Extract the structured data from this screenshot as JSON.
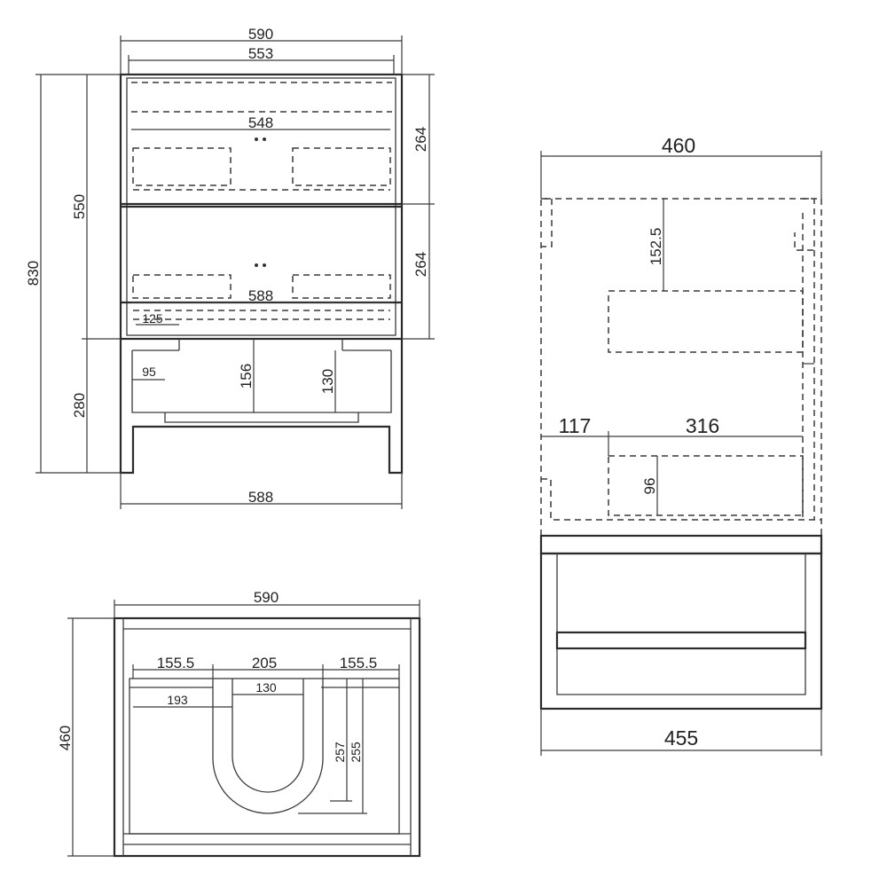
{
  "front_view": {
    "overall_width": "590",
    "inner_width": "553",
    "top_drawer_inner": "548",
    "bottom_drawer_inner": "588",
    "base_width": "588",
    "overall_height": "830",
    "body_height": "550",
    "leg_height": "280",
    "top_drawer_height": "264",
    "bottom_drawer_height": "264",
    "offset_125": "125",
    "offset_95": "95",
    "gap_156": "156",
    "gap_130": "130"
  },
  "side_view": {
    "overall_depth": "460",
    "drawer_offset": "152.5",
    "rear_gap": "117",
    "drawer_depth": "316",
    "drawer_height": "96",
    "base_depth": "455"
  },
  "top_view": {
    "overall_width": "590",
    "overall_depth": "460",
    "left_section": "155.5",
    "center_section": "205",
    "right_section": "155.5",
    "cutout_width": "130",
    "left_inner": "193",
    "cutout_depth_a": "257",
    "cutout_depth_b": "255"
  }
}
